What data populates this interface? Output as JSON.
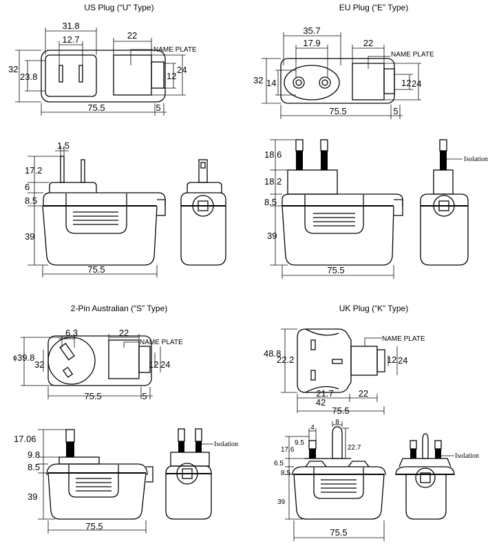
{
  "titles": {
    "us": "US Plug (“U” Type)",
    "eu": "EU Plug (“E” Type)",
    "au": "2-Pin Australian (“S” Type)",
    "uk": "UK Plug (“K” Type)"
  },
  "labels": {
    "name_plate": "NAME PLATE",
    "isolation": "Isolation"
  },
  "us": {
    "w31_8": "31.8",
    "w12_7": "12.7",
    "w22": "22",
    "h32": "32",
    "h23_8": "23.8",
    "h12": "12",
    "h24": "24",
    "w75_5": "75.5",
    "w5": "5",
    "s1_5": "1.5",
    "s17_2": "17.2",
    "s6": "6",
    "s8_5": "8.5",
    "s39": "39",
    "s75_5": "75.5"
  },
  "eu": {
    "w35_7": "35.7",
    "w17_9": "17.9",
    "w22": "22",
    "h32": "32",
    "h14": "14",
    "h12": "12",
    "h24": "24",
    "w75_5": "75.5",
    "w5": "5",
    "s18_6": "18.6",
    "s18_2": "18.2",
    "s8_5": "8.5",
    "s39": "39",
    "s75_5": "75.5"
  },
  "au": {
    "w6_3": "6.3",
    "w22": "22",
    "d39_8": "39.8",
    "h32": "32",
    "h12": "12",
    "h24": "24",
    "w75_5": "75.5",
    "w5": "5",
    "s17_06": "17.06",
    "s9_8": "9.8",
    "s8_5": "8.5",
    "s39": "39",
    "s75_5": "75.5"
  },
  "uk": {
    "h48_8": "48.8",
    "h22_2": "22.2",
    "h12": "12",
    "h24": "24",
    "w21_7": "21.7",
    "w42": "42",
    "w22": "22",
    "w75_5": "75.5",
    "s4": "4",
    "s8": "8",
    "s9_5": "9.5",
    "s17_6": "17.6",
    "s22_7": "22.7",
    "s6_5": "6.5",
    "s8_5": "8.5",
    "s39": "39",
    "s75_5": "75.5"
  }
}
